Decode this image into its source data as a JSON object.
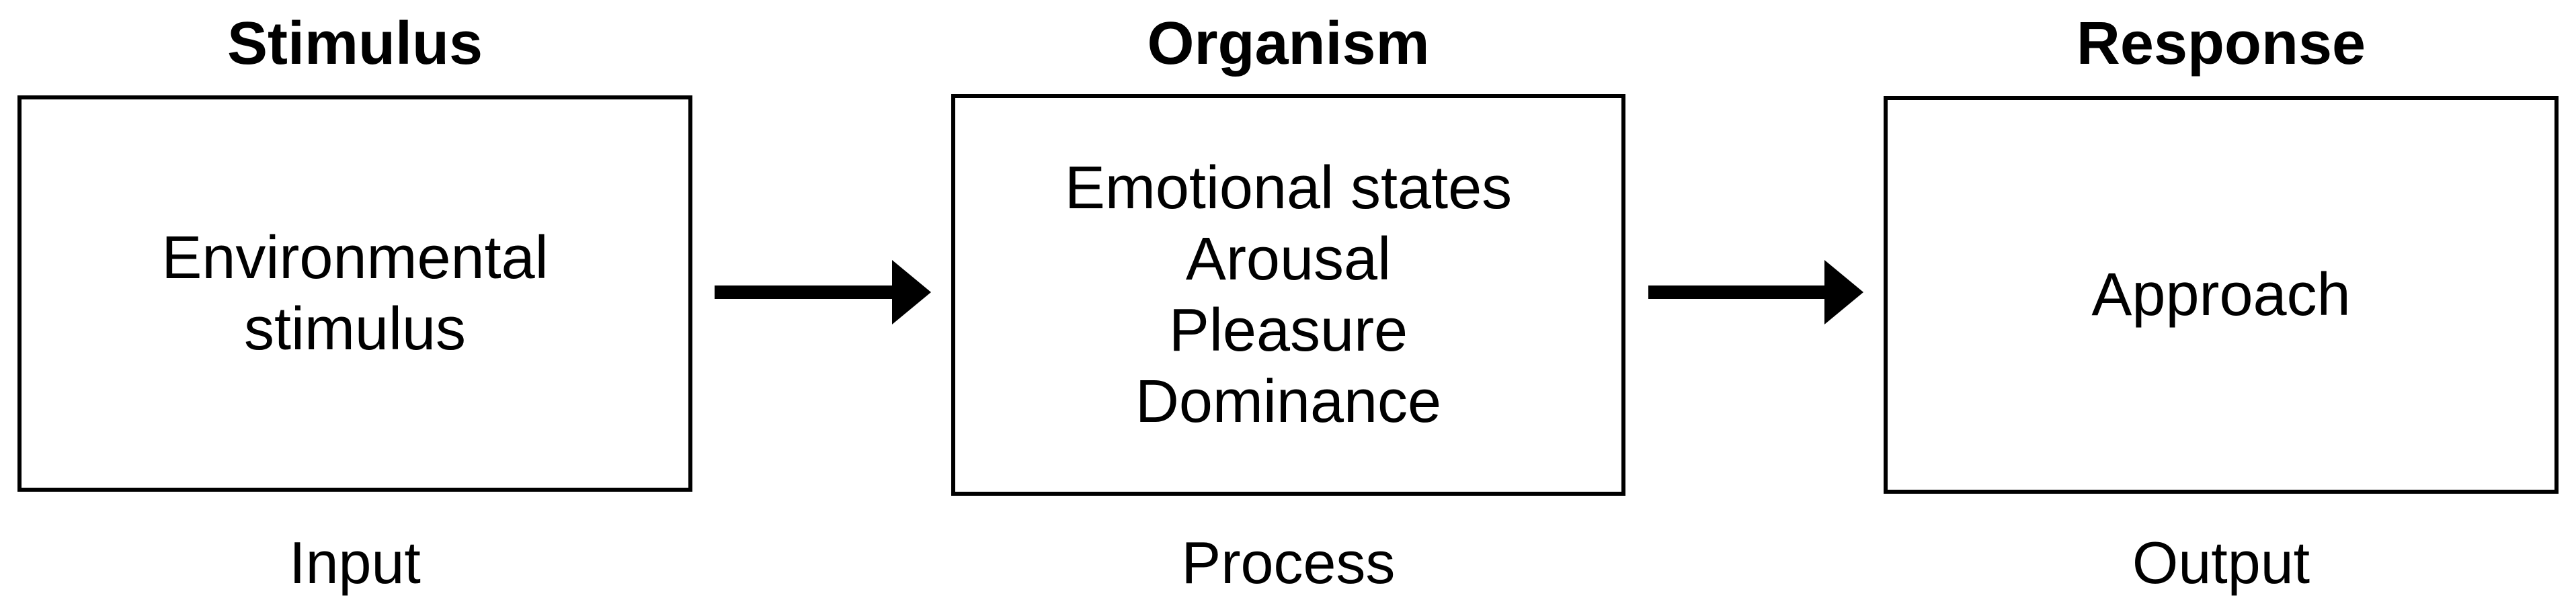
{
  "diagram": {
    "type": "flow",
    "model_name": "stimulus-organism-response",
    "columns": [
      {
        "header": "Stimulus",
        "box_lines": [
          "Environmental",
          "stimulus"
        ],
        "footer": "Input"
      },
      {
        "header": "Organism",
        "box_lines": [
          "Emotional states",
          "Arousal",
          "Pleasure",
          "Dominance"
        ],
        "footer": "Process"
      },
      {
        "header": "Response",
        "box_lines": [
          "Approach"
        ],
        "footer": "Output"
      }
    ],
    "arrows": [
      {
        "from": "Stimulus",
        "to": "Organism",
        "direction": "right"
      },
      {
        "from": "Organism",
        "to": "Response",
        "direction": "right"
      }
    ],
    "colors": {
      "background": "#ffffff",
      "border": "#000000",
      "text": "#000000",
      "arrow": "#000000"
    }
  }
}
